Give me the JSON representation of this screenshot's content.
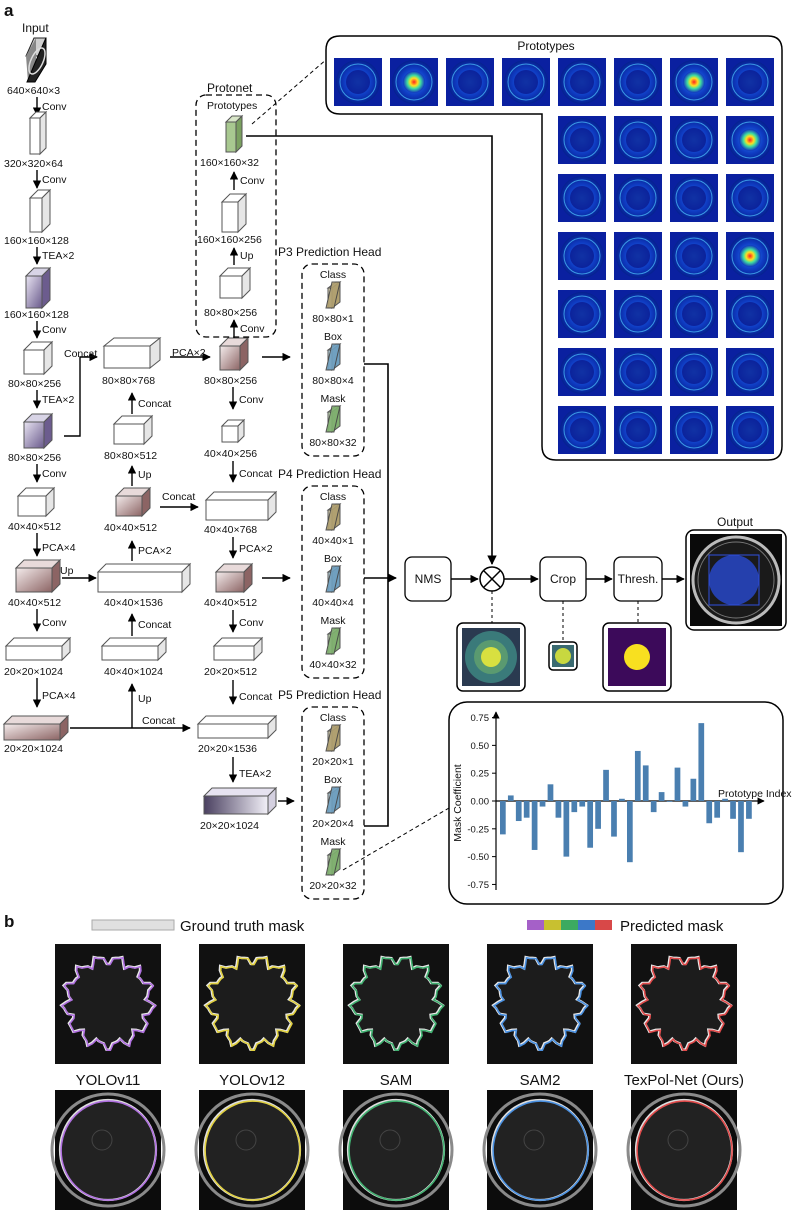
{
  "panel_a": "a",
  "panel_b": "b",
  "backbone": {
    "input_label": "Input",
    "dims": [
      "640×640×3",
      "320×320×64",
      "160×160×128",
      "160×160×128",
      "80×80×256",
      "80×80×256",
      "40×40×512",
      "40×40×512",
      "20×20×1024",
      "20×20×1024"
    ],
    "ops": [
      "Conv",
      "Conv",
      "TEA×2",
      "Conv",
      "TEA×2",
      "Conv",
      "PCA×4",
      "Conv",
      "PCA×4"
    ]
  },
  "neck_up": {
    "dims": [
      "80×80×768",
      "80×80×512",
      "40×40×512",
      "40×40×1536",
      "40×40×1024"
    ],
    "ops": [
      "Concat",
      "Up",
      "PCA×2",
      "Concat",
      "Up",
      "Concat",
      "Concat"
    ]
  },
  "neck_down": {
    "dims": [
      "80×80×256",
      "40×40×256",
      "40×40×768",
      "40×40×512",
      "20×20×512",
      "20×20×1536",
      "20×20×1024"
    ],
    "ops": [
      "PCA×2",
      "Conv",
      "Concat",
      "Concat",
      "PCA×2",
      "Conv",
      "Concat",
      "TEA×2"
    ]
  },
  "protonet": {
    "title": "Protonet",
    "inner": "Prototypes",
    "dims": [
      "160×160×32",
      "160×160×256",
      "80×80×256"
    ],
    "ops": [
      "Conv",
      "Up",
      "Conv"
    ]
  },
  "heads": [
    {
      "title": "P3 Prediction Head",
      "class": "Class",
      "class_dim": "80×80×1",
      "box": "Box",
      "box_dim": "80×80×4",
      "mask": "Mask",
      "mask_dim": "80×80×32"
    },
    {
      "title": "P4 Prediction Head",
      "class": "Class",
      "class_dim": "40×40×1",
      "box": "Box",
      "box_dim": "40×40×4",
      "mask": "Mask",
      "mask_dim": "40×40×32"
    },
    {
      "title": "P5 Prediction Head",
      "class": "Class",
      "class_dim": "20×20×1",
      "box": "Box",
      "box_dim": "20×20×4",
      "mask": "Mask",
      "mask_dim": "20×20×32"
    }
  ],
  "prototypes_title": "Prototypes",
  "pipeline": {
    "nms": "NMS",
    "crop": "Crop",
    "thresh": "Thresh.",
    "output": "Output"
  },
  "coef_chart": {
    "chart_data": {
      "type": "bar",
      "xlabel": "Prototype Index",
      "ylabel": "Mask Coefficient",
      "ylim": [
        -0.8,
        0.8
      ],
      "ytick_labels": [
        "0.75",
        "0.50",
        "0.25",
        "0.00",
        "-0.25",
        "-0.50",
        "-0.75"
      ],
      "ytick_values": [
        0.75,
        0.5,
        0.25,
        0,
        -0.25,
        -0.5,
        -0.75
      ],
      "values": [
        -0.3,
        0.05,
        -0.18,
        -0.15,
        -0.44,
        -0.05,
        0.15,
        -0.15,
        -0.5,
        -0.1,
        -0.05,
        -0.42,
        -0.25,
        0.28,
        -0.32,
        0.02,
        -0.55,
        0.45,
        0.32,
        -0.1,
        0.08,
        0.0,
        0.3,
        -0.05,
        0.2,
        0.7,
        -0.2,
        -0.15,
        0.02,
        -0.16,
        -0.46,
        -0.16
      ],
      "color": "#4a7fb0"
    }
  },
  "panel_b_legend": {
    "gt": "Ground truth mask",
    "pred": "Predicted mask"
  },
  "legend_colors": [
    "#a560c8",
    "#c8c030",
    "#3caa60",
    "#3c78c8",
    "#d84848"
  ],
  "methods": [
    "YOLOv11",
    "YOLOv12",
    "SAM",
    "SAM2",
    "TexPol-Net (Ours)"
  ],
  "method_colors": [
    "#b070e0",
    "#e0d040",
    "#40b070",
    "#4a90e0",
    "#e04a4a"
  ]
}
